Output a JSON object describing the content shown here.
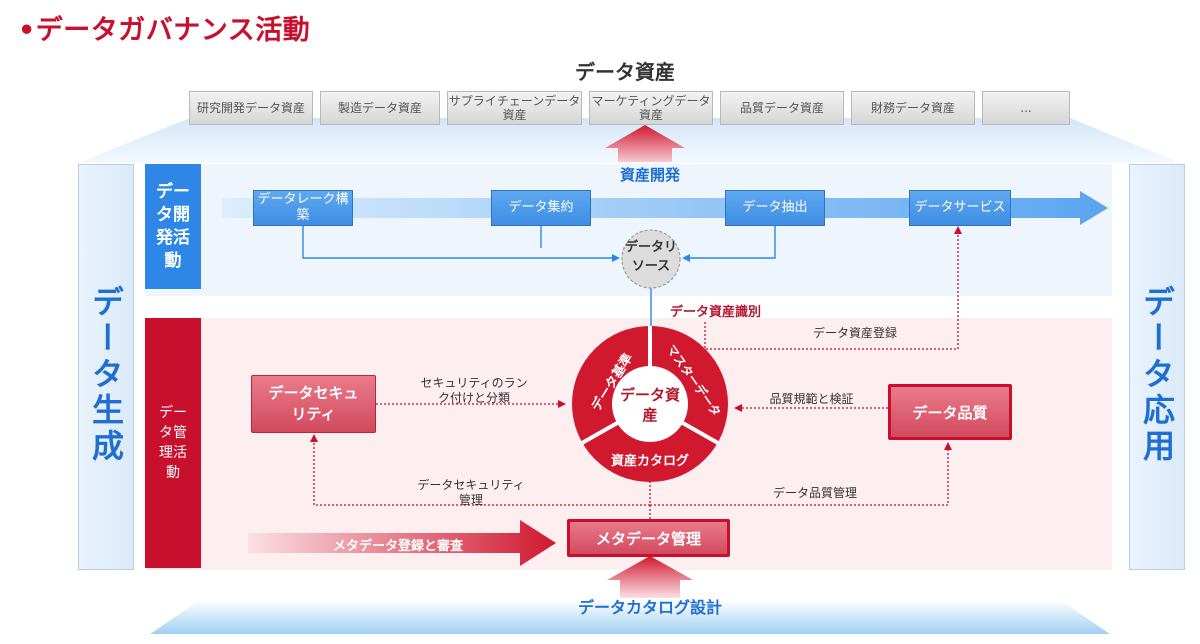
{
  "page_title": "•データガバナンス活動",
  "assets": {
    "title": "データ資産",
    "items": [
      "研究開発データ資産",
      "製造データ資産",
      "サプライチェーンデータ資産",
      "マーケティングデータ資産",
      "品質データ資産",
      "財務データ資産",
      "..."
    ]
  },
  "left_column": "データ生成",
  "right_column": "データ応用",
  "development": {
    "label": "データ開発活動",
    "flow_label": "資産開発",
    "steps": [
      "データレーク構築",
      "データ集約",
      "データ抽出",
      "データサービス"
    ],
    "resource": "データリソース"
  },
  "management": {
    "label": "データ管理活動",
    "center": {
      "core": "データ資産",
      "segments": [
        "データ基準",
        "マスターデータ",
        "資産カタログ"
      ]
    },
    "security_box": "データセキュリティ",
    "quality_box": "データ品質",
    "metadata_box": "メタデータ管理",
    "metadata_arrow": "メタデータ登録と審査",
    "edges": {
      "identify": "データ資産識別",
      "register": "データ資産登録",
      "security_rank": "セキュリティのランク付けと分類",
      "quality_rules": "品質規範と検証",
      "security_mgmt": "データセキュリティ管理",
      "quality_mgmt": "データ品質管理"
    }
  },
  "bottom_label": "データカタログ設計",
  "colors": {
    "red": "#c8102e",
    "blue": "#2e87e6",
    "light_blue": "#eaf3fd",
    "light_red": "#fde9ec"
  }
}
